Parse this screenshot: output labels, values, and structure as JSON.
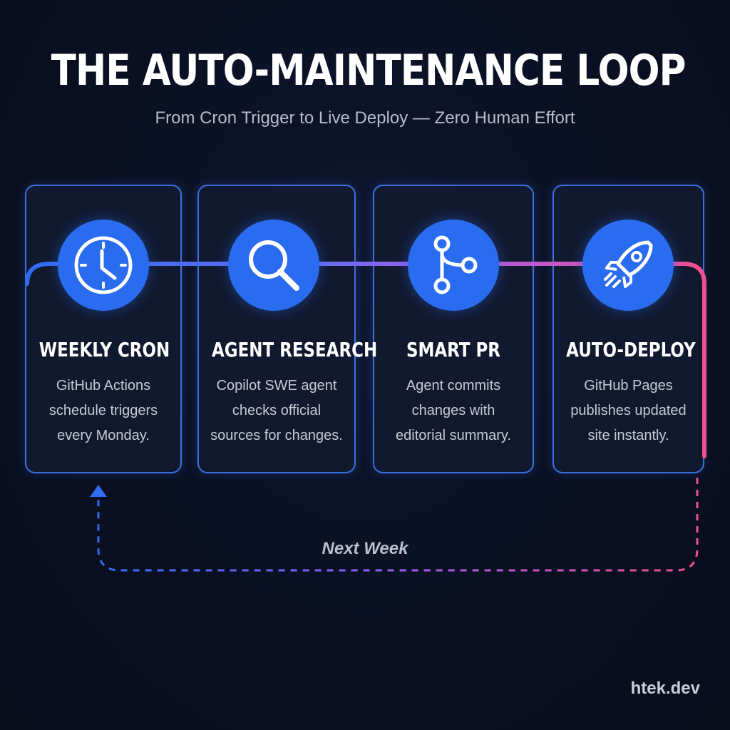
{
  "header": {
    "title": "THE AUTO-MAINTENANCE LOOP",
    "subtitle": "From Cron Trigger to Live Deploy — Zero Human Effort"
  },
  "steps": [
    {
      "title": "WEEKLY CRON",
      "icon": "clock-icon",
      "description": [
        "GitHub Actions",
        "schedule triggers",
        "every Monday."
      ]
    },
    {
      "title": "AGENT RESEARCH",
      "icon": "search-icon",
      "description": [
        "Copilot SWE agent",
        "checks official",
        "sources for changes."
      ]
    },
    {
      "title": "SMART PR",
      "icon": "git-branch-icon",
      "description": [
        "Agent commits",
        "changes with",
        "editorial summary."
      ]
    },
    {
      "title": "AUTO-DEPLOY",
      "icon": "rocket-icon",
      "description": [
        "GitHub Pages",
        "publishes updated",
        "site instantly."
      ]
    }
  ],
  "loop": {
    "label": "Next Week"
  },
  "footer": {
    "brand": "htek.dev"
  },
  "colors": {
    "background": "#0a1022",
    "accent_blue": "#2a6cf0",
    "card_border": "#3b6fe0",
    "gradient_purple": "#9b5cf0",
    "gradient_pink": "#f0508c"
  }
}
